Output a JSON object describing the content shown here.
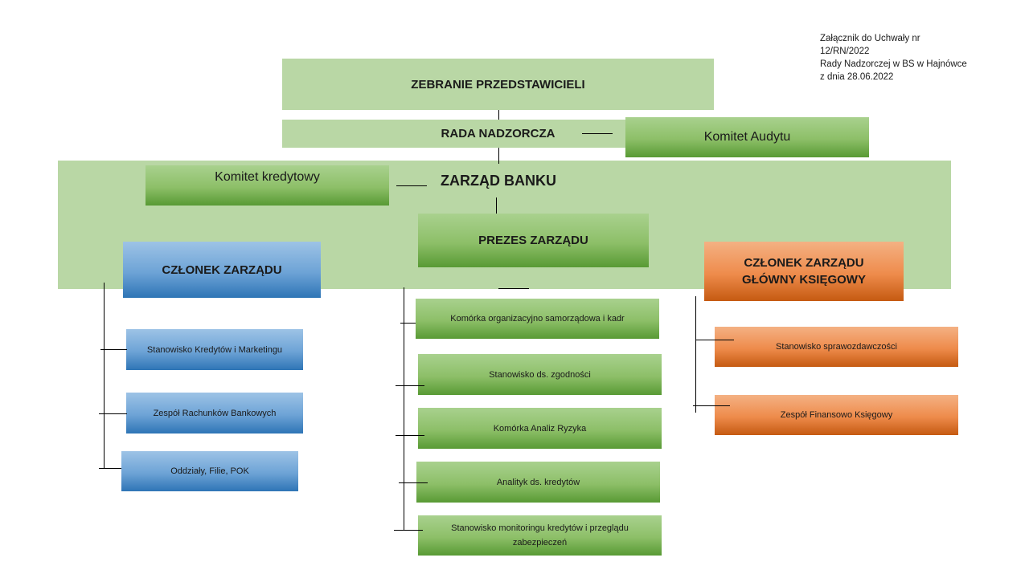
{
  "note": {
    "line1": "Załącznik do Uchwały nr",
    "line2": "12/RN/2022",
    "line3": " Rady Nadzorczej w BS w Hajnówce",
    "line4": " z dnia 28.06.2022"
  },
  "boxes": {
    "zebranie": "ZEBRANIE PRZEDSTAWICIELI",
    "rada": "RADA NADZORCZA",
    "komitet_audytu": "Komitet Audytu",
    "komitet_kredytowy": "Komitet  kredytowy",
    "zarzad": "ZARZĄD BANKU",
    "prezes": "PREZES ZARZĄDU",
    "czlonek": "CZŁONEK ZARZĄDU",
    "czlonek_gk_line1": "CZŁONEK ZARZĄDU",
    "czlonek_gk_line2": "GŁÓWNY KSIĘGOWY"
  },
  "left_units": [
    "Stanowisko Kredytów i Marketingu",
    "Zespół Rachunków Bankowych",
    "Oddziały, Filie, POK"
  ],
  "center_units": [
    "Komórka  organizacyjno samorządowa i kadr",
    "Stanowisko  ds. zgodności",
    "Komórka  Analiz Ryzyka",
    "Analityk ds. kredytów",
    "Stanowisko monitoringu kredytów  i przeglądu zabezpieczeń"
  ],
  "right_units": [
    "Stanowisko  sprawozdawczości",
    "Zespół Finansowo Księgowy"
  ],
  "colors": {
    "light_green": "#b9d7a5",
    "green": "#70ad47",
    "blue": "#5b9bd5",
    "orange": "#ed7d31"
  }
}
